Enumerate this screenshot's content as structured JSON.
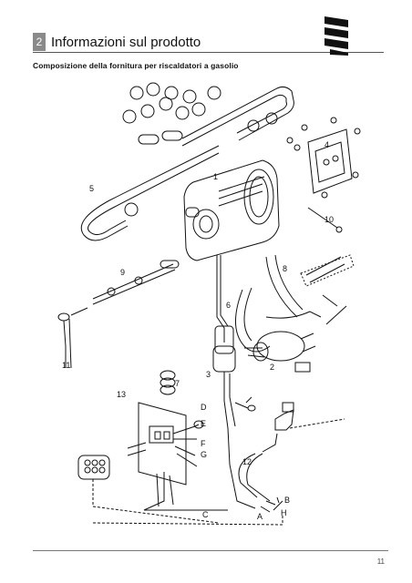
{
  "header": {
    "chapter_number": "2",
    "chapter_title": "Informazioni sul prodotto"
  },
  "subtitle": "Composizione della fornitura per riscaldatori a gasolio",
  "figure": {
    "callouts": [
      "1",
      "2",
      "3",
      "4",
      "5",
      "6",
      "7",
      "8",
      "9",
      "10",
      "11",
      "12",
      "13",
      "A",
      "B",
      "C",
      "D",
      "E",
      "F",
      "G",
      "H"
    ]
  },
  "footer": {
    "page_number": "11"
  },
  "icons": {
    "logo": "brand-logo-icon"
  }
}
